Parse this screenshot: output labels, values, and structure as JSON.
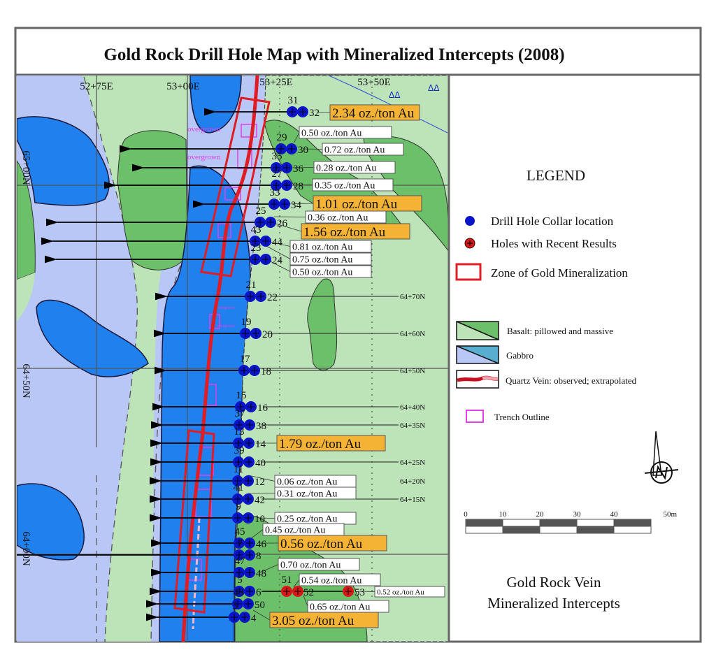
{
  "title": "Gold Rock Drill Hole Map with Mineralized Intercepts (2008)",
  "colors": {
    "gabbro_light": "#b8c7f5",
    "gabbro_dark": "#1f80ee",
    "basalt_light": "#bde3b8",
    "basalt_dark": "#6cc06a",
    "zone": "#e0202a",
    "trench": "#e040e8",
    "hole": "#0a14c8",
    "recent_hole": "#d81818",
    "highlight": "#f5b335"
  },
  "grid": {
    "eastings": [
      "52+75E",
      "53+00E",
      "53+25E",
      "53+50E"
    ],
    "northings_left": [
      "65+00N",
      "64+50N",
      "64+00N"
    ],
    "northings_right": [
      "64+70N",
      "64+60N",
      "64+50N",
      "64+40N",
      "64+35N",
      "64+25N",
      "64+20N",
      "64+15N"
    ]
  },
  "overgrown_label": "overgrown",
  "holes": [
    {
      "left": "31",
      "right": "32"
    },
    {
      "left": "29",
      "right": "30"
    },
    {
      "left": "35",
      "right": "36"
    },
    {
      "left": "27",
      "right": "28"
    },
    {
      "left": "33",
      "right": "34"
    },
    {
      "left": "25",
      "right": "26"
    },
    {
      "left": "43",
      "right": "44"
    },
    {
      "left": "23",
      "right": "24"
    },
    {
      "left": "21",
      "right": "22"
    },
    {
      "left": "19",
      "right": "20"
    },
    {
      "left": "17",
      "right": "18"
    },
    {
      "left": "15",
      "right": "16"
    },
    {
      "left": "37",
      "right": "38"
    },
    {
      "left": "13",
      "right": "14"
    },
    {
      "left": "39",
      "right": "40"
    },
    {
      "left": "11",
      "right": "12"
    },
    {
      "left": "41",
      "right": "42"
    },
    {
      "left": "9",
      "right": "10"
    },
    {
      "left": "45",
      "right": "46"
    },
    {
      "left": "7",
      "right": "8"
    },
    {
      "left": "47",
      "right": "48"
    },
    {
      "left": "5",
      "right": "6"
    },
    {
      "left": "49",
      "right": "50"
    },
    {
      "left": "3",
      "right": "4"
    }
  ],
  "recent_holes": [
    "51",
    "52",
    "53"
  ],
  "assays": [
    {
      "value": "2.34 oz./ton Au",
      "highlight": true
    },
    {
      "value": "0.50 oz./ton Au",
      "highlight": false
    },
    {
      "value": "0.72 oz./ton Au",
      "highlight": false
    },
    {
      "value": "0.28 oz./ton Au",
      "highlight": false
    },
    {
      "value": "0.35 oz./ton Au",
      "highlight": false
    },
    {
      "value": "1.01 oz./ton Au",
      "highlight": true
    },
    {
      "value": "0.36 oz./ton Au",
      "highlight": false
    },
    {
      "value": "1.56 oz./ton Au",
      "highlight": true
    },
    {
      "value": "0.81 oz./ton Au",
      "highlight": false
    },
    {
      "value": "0.75 oz./ton Au",
      "highlight": false
    },
    {
      "value": "0.50 oz./ton Au",
      "highlight": false
    },
    {
      "value": "1.79 oz./ton Au",
      "highlight": true
    },
    {
      "value": "0.06 oz./ton Au",
      "highlight": false
    },
    {
      "value": "0.31 oz./ton Au",
      "highlight": false
    },
    {
      "value": "0.25 oz./ton Au",
      "highlight": false
    },
    {
      "value": "0.45 oz./ton Au",
      "highlight": false
    },
    {
      "value": "0.56 oz./ton Au",
      "highlight": true
    },
    {
      "value": "0.70 oz./ton Au",
      "highlight": false
    },
    {
      "value": "0.54 oz./ton Au",
      "highlight": false
    },
    {
      "value": "0.52 oz./ton Au",
      "highlight": false
    },
    {
      "value": "0.65 oz./ton Au",
      "highlight": false
    },
    {
      "value": "3.05 oz./ton Au",
      "highlight": true
    }
  ],
  "legend": {
    "heading": "LEGEND",
    "collar": "Drill Hole Collar location",
    "recent": "Holes with Recent Results",
    "zone": "Zone of Gold Mineralization",
    "basalt": "Basalt: pillowed and massive",
    "gabbro": "Gabbro",
    "quartz": "Quartz Vein: observed; extrapolated",
    "trench": "Trench Outline",
    "scale_ticks": [
      "0",
      "10",
      "20",
      "30",
      "40",
      "50m"
    ],
    "subtitle_1": "Gold Rock Vein",
    "subtitle_2": "Mineralized Intercepts"
  }
}
